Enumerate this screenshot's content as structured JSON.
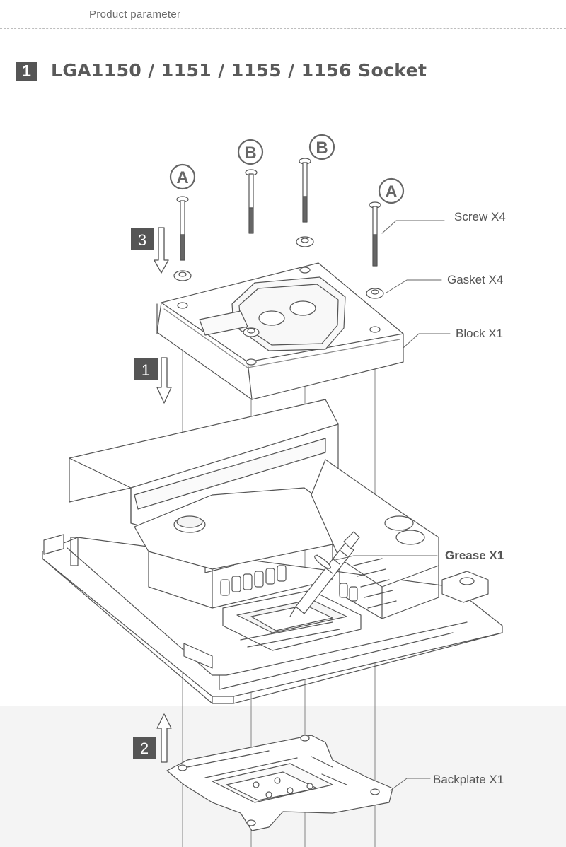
{
  "header": {
    "title": "Product parameter"
  },
  "section": {
    "number": "1",
    "title": "LGA1150 / 1151 / 1155 / 1156 Socket"
  },
  "screw_markers": {
    "a": "A",
    "b": "B"
  },
  "steps": {
    "step1": "1",
    "step2": "2",
    "step3": "3"
  },
  "parts": {
    "screw": "Screw  X4",
    "gasket": "Gasket  X4",
    "block": "Block  X1",
    "grease": "Grease X1",
    "backplate": "Backplate X1"
  },
  "colors": {
    "line": "#555555",
    "badge": "#555555",
    "band": "#f4f4f4"
  }
}
